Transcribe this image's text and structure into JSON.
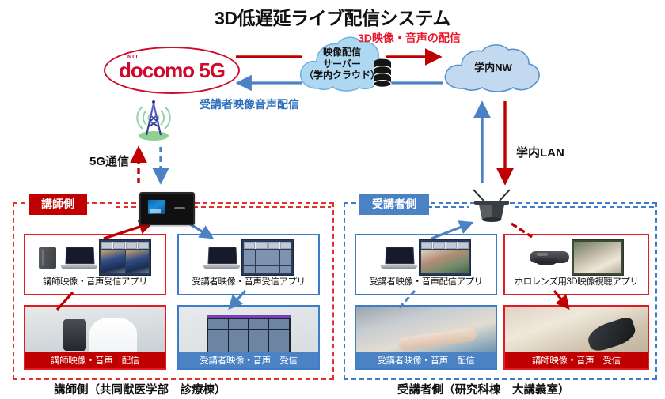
{
  "title": "3D低遅延ライブ配信システム",
  "network": {
    "docomo_logo": {
      "superscript": "NTT",
      "brand": "docomo",
      "tech": "5G"
    },
    "server_cloud": {
      "line1": "映像配信",
      "line2": "サーバー",
      "line3": "（学内クラウド）",
      "icon": "database-icon"
    },
    "campus_cloud": {
      "label": "学内NW"
    },
    "tower_icon": "cell-tower-icon",
    "mobile_router_icon": "5g-mobile-router-icon",
    "wifi_router_icon": "wifi-router-icon",
    "labels": {
      "downstream_3d": "3D映像・音声の配信",
      "upstream_student": "受講者映像音声配信",
      "link_5g": "5G通信",
      "link_lan": "学内LAN"
    },
    "colors": {
      "red": "#e8192c",
      "dark_red": "#c00000",
      "blue": "#4b82c4",
      "label_blue": "#2f6fbd",
      "cloud_fill": "#aed7f2",
      "cloud_fill_nw": "#c3d9f0",
      "docomo_red": "#cf0a2c"
    }
  },
  "panels": [
    {
      "badge": "講師側",
      "accent": "#c00000",
      "caption": "講師側（共同獣医学部　診療棟）",
      "cards": [
        {
          "caption": "講師映像・音声受信アプリ",
          "style": "red",
          "devices": [
            "egpu-icon",
            "laptop-icon"
          ],
          "screenshot": "stereo-video-app-screenshot"
        },
        {
          "caption": "受講者映像・音声受信アプリ",
          "style": "blue",
          "devices": [
            "laptop-icon"
          ],
          "screenshot": "multiview-app-screenshot"
        }
      ],
      "photos": [
        {
          "caption": "講師映像・音声　配信",
          "style": "red",
          "image": "instructor-filming-photo"
        },
        {
          "caption": "受講者映像・音声　受信",
          "style": "blue",
          "image": "large-display-photo"
        }
      ]
    },
    {
      "badge": "受講者側",
      "accent": "#4b82c4",
      "caption": "受講者側（研究科棟　大講義室）",
      "cards": [
        {
          "caption": "受講者映像・音声配信アプリ",
          "style": "blue",
          "devices": [
            "laptop-icon"
          ],
          "screenshot": "handson-app-screenshot"
        },
        {
          "caption": "ホロレンズ用3D映像視聴アプリ",
          "style": "red",
          "devices": [
            "hololens-icon"
          ],
          "screenshot": "hololens-view-screenshot"
        }
      ],
      "photos": [
        {
          "caption": "受講者映像・音声　配信",
          "style": "blue",
          "image": "students-practice-photo"
        },
        {
          "caption": "講師映像・音声　受信",
          "style": "red",
          "image": "anatomy-ar-photo"
        }
      ]
    }
  ]
}
